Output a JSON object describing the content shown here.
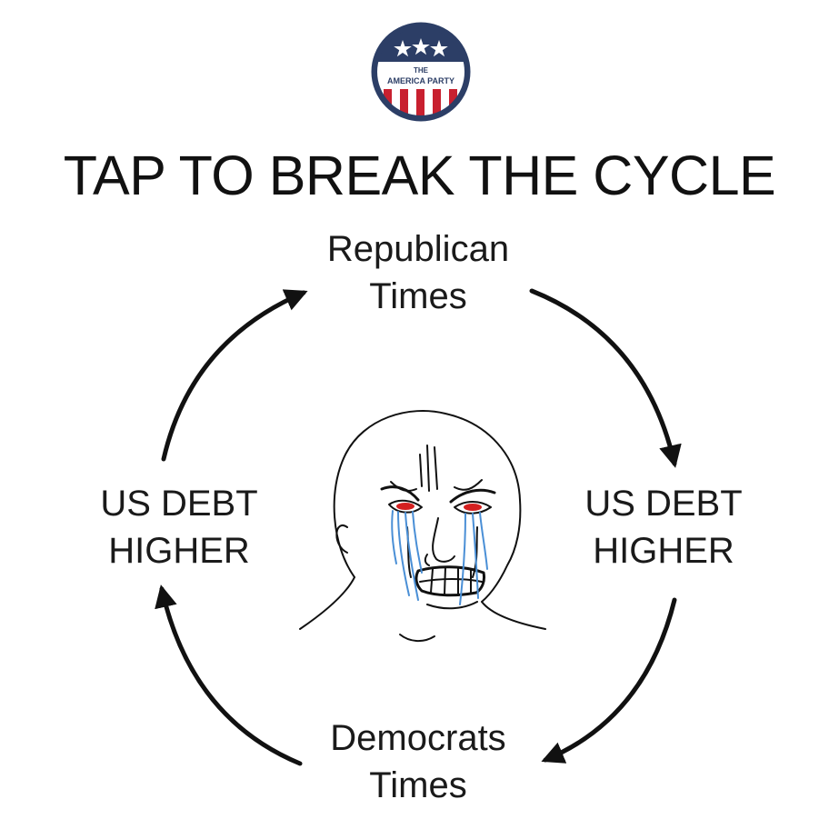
{
  "logo": {
    "line1": "THE",
    "line2": "AMERICA PARTY",
    "colors": {
      "navy": "#2c3e66",
      "red": "#c8202f",
      "white": "#ffffff"
    }
  },
  "headline": "TAP TO BREAK THE CYCLE",
  "cycle": {
    "top": {
      "line1": "Republican",
      "line2": "Times"
    },
    "right": {
      "line1": "US DEBT",
      "line2": "HIGHER"
    },
    "bottom": {
      "line1": "Democrats",
      "line2": "Times"
    },
    "left": {
      "line1": "US DEBT",
      "line2": "HIGHER"
    }
  },
  "center_image": "crying-wojak-face",
  "colors": {
    "text": "#111111",
    "arrow": "#111111",
    "tears": "#4a8fd6",
    "eyes": "#d42020"
  }
}
